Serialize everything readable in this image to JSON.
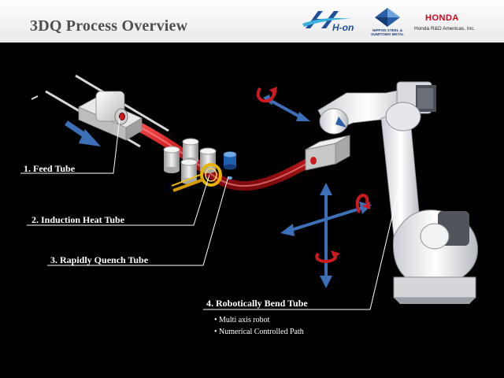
{
  "header": {
    "title": "3DQ Process Overview",
    "logos": {
      "hone_logo": "H-one",
      "nippon_steel": "NIPPON STEEL & SUMITOMO METAL",
      "honda_name": "HONDA",
      "honda_sub": "Honda R&D Americas, Inc."
    }
  },
  "steps": [
    {
      "label": "1. Feed Tube"
    },
    {
      "label": "2. Induction Heat Tube"
    },
    {
      "label": "3. Rapidly Quench Tube"
    },
    {
      "label": "4. Robotically Bend Tube"
    }
  ],
  "step4_bullets": [
    "Multi axis robot",
    "Numerical Controlled Path"
  ],
  "colors": {
    "tube": "#cc1a1f",
    "arrow": "#3b6fb8",
    "rotation_arrow": "#cc1a1f",
    "title": "#4f4f4f",
    "honda_red": "#d6001c",
    "hone_blue": "#1d4f9c"
  }
}
